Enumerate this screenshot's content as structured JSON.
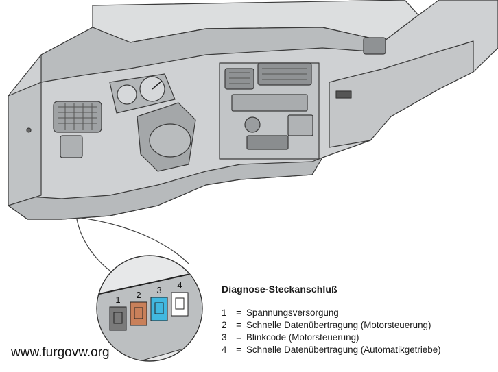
{
  "legend": {
    "title": "Diagnose-Steckanschluß",
    "items": [
      {
        "num": "1",
        "eq": "=",
        "text": "Spannungsversorgung"
      },
      {
        "num": "2",
        "eq": "=",
        "text": "Schnelle Datenübertragung (Motorsteuerung)"
      },
      {
        "num": "3",
        "eq": "=",
        "text": "Blinkcode (Motorsteuerung)"
      },
      {
        "num": "4",
        "eq": "=",
        "text": "Schnelle Datenübertragung (Automatikgetriebe)"
      }
    ]
  },
  "connector": {
    "pins": [
      {
        "label": "1",
        "color": "#7a7a7a"
      },
      {
        "label": "2",
        "color": "#c9805a"
      },
      {
        "label": "3",
        "color": "#41b8e0"
      },
      {
        "label": "4",
        "color": "#ffffff"
      }
    ]
  },
  "watermark": "www.furgovw.org",
  "colors": {
    "dashboard_fill": "#cfd1d3",
    "dashboard_dark": "#a9acae",
    "line": "#3a3a3a"
  }
}
